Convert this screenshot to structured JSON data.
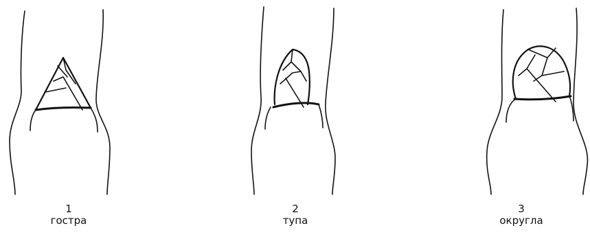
{
  "figures": [
    {
      "number": "1",
      "label": "гостра"
    },
    {
      "number": "2",
      "label": "тупа"
    },
    {
      "number": "3",
      "label": "округла"
    }
  ],
  "colors": {
    "ink": "#111111",
    "background": "#ffffff"
  }
}
